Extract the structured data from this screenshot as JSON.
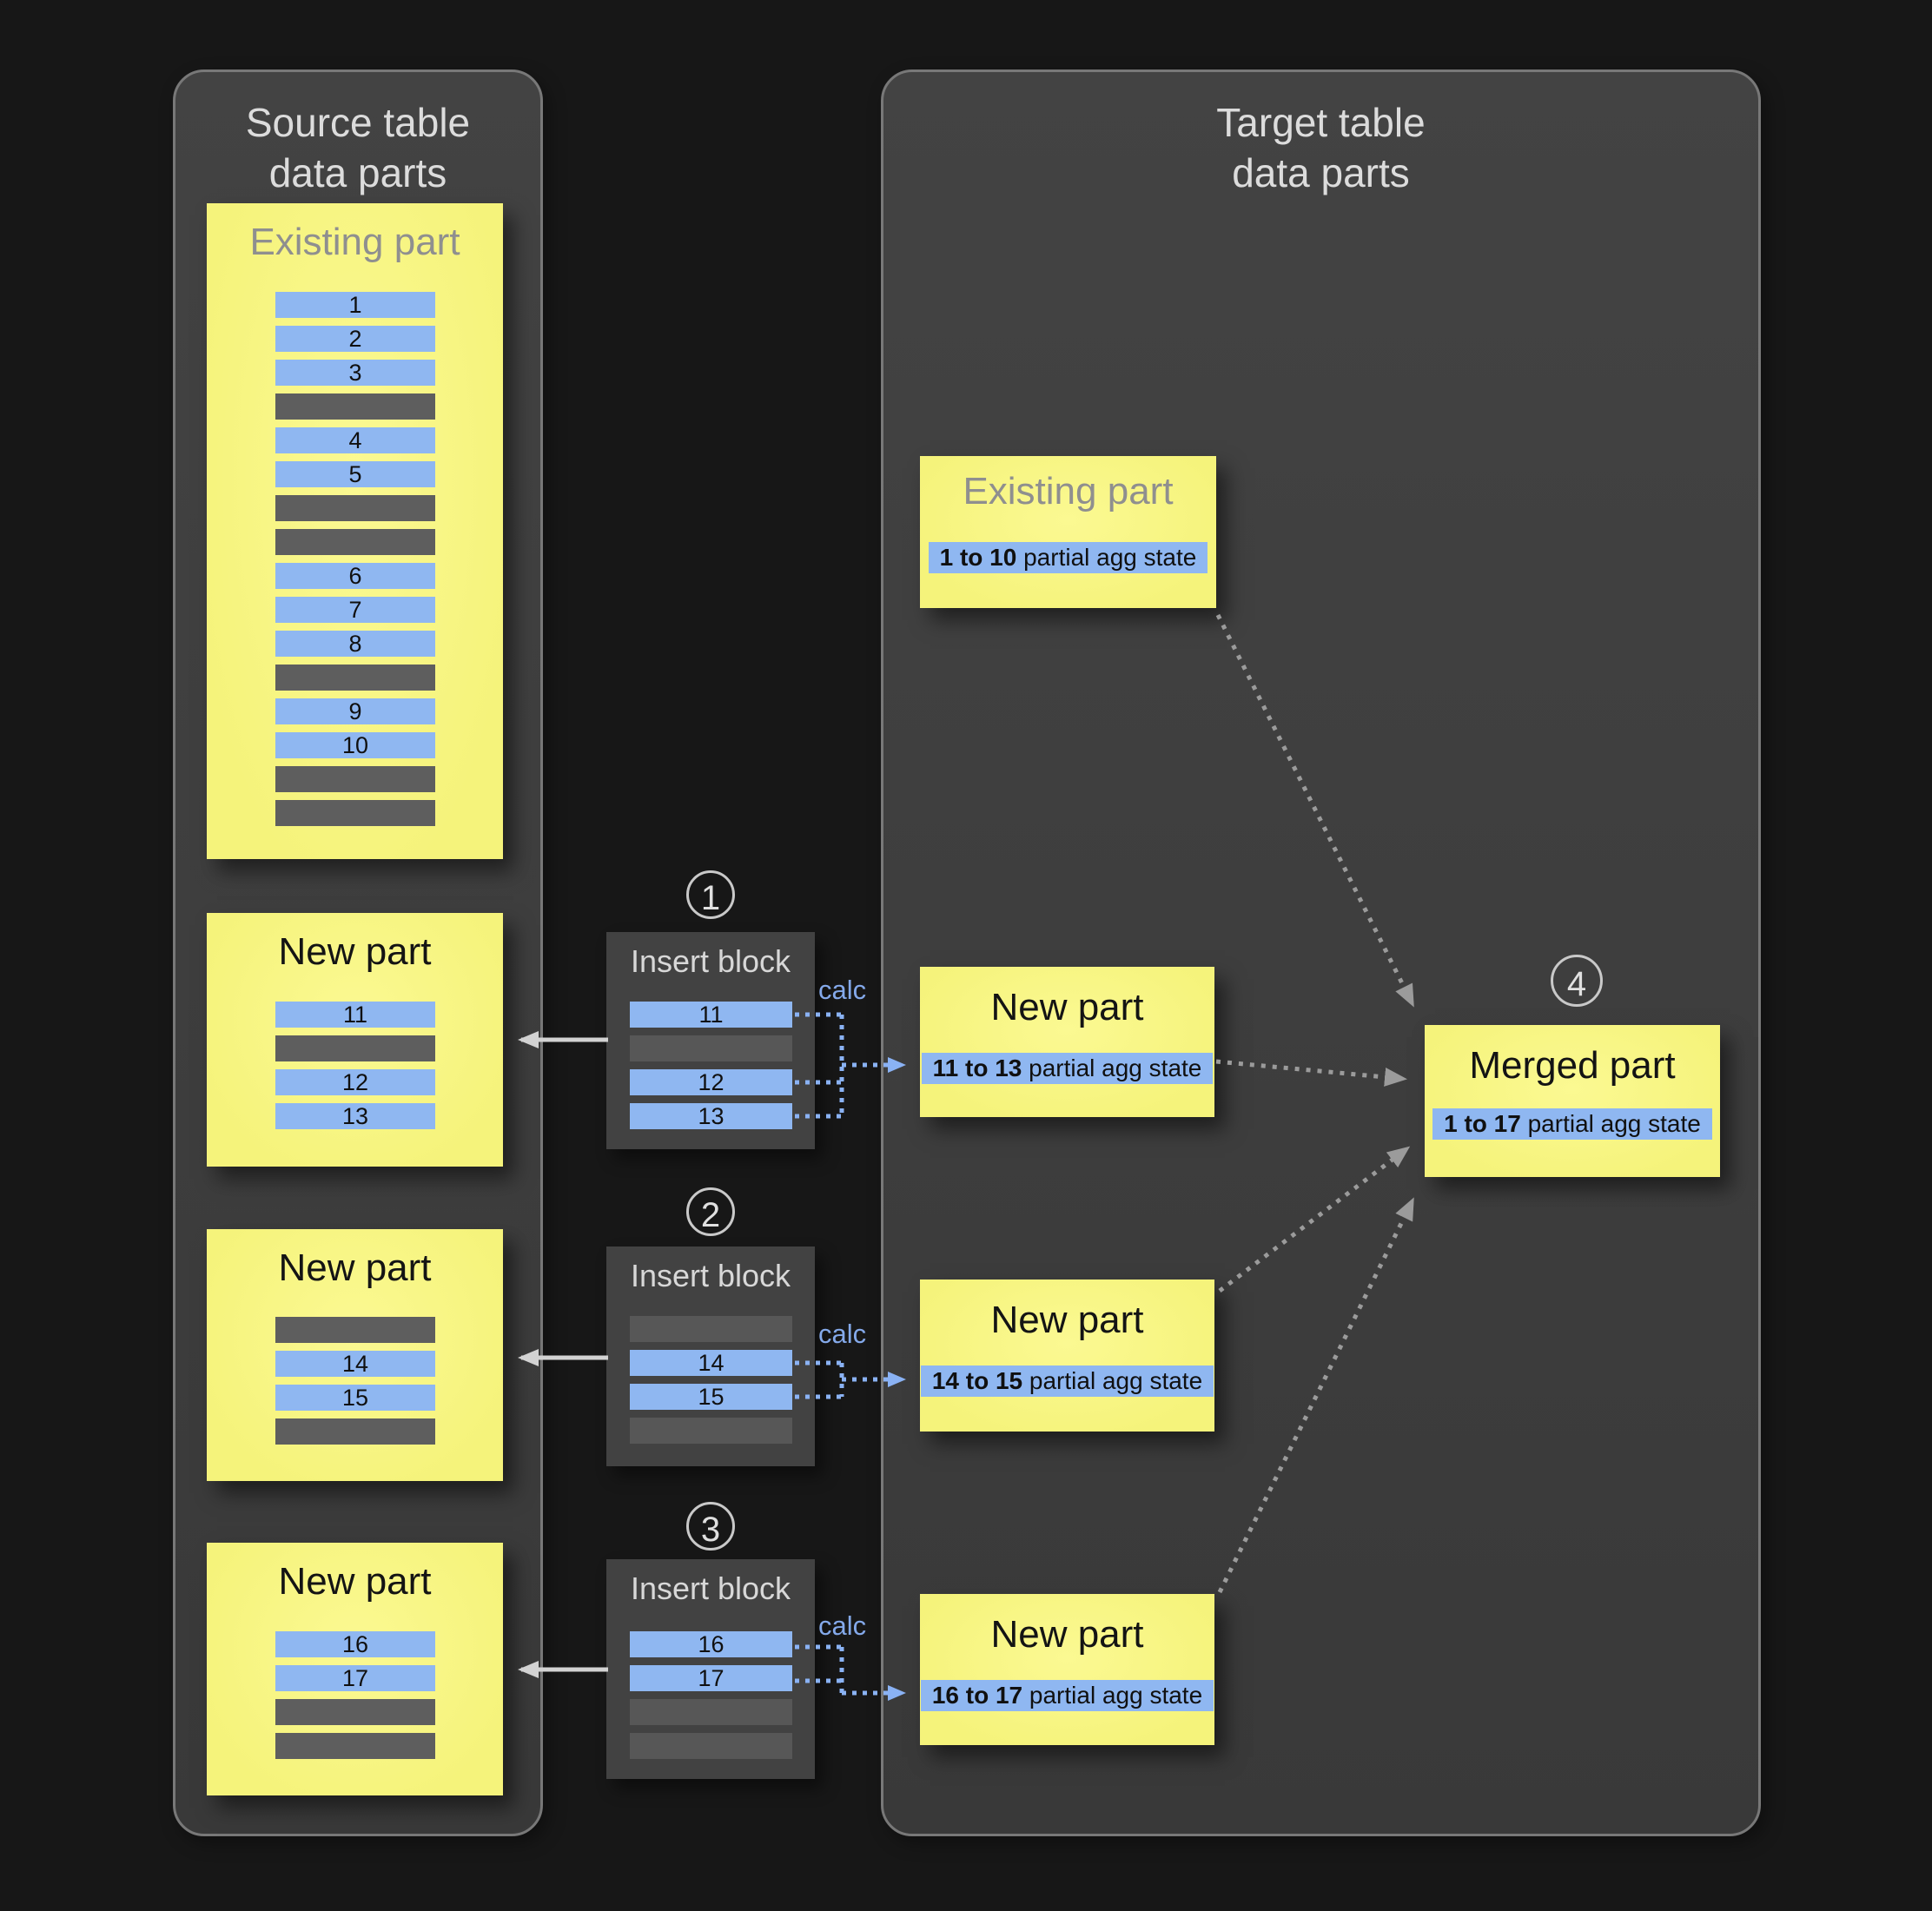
{
  "source_panel": {
    "title_line1": "Source table",
    "title_line2": "data parts",
    "existing_part": {
      "title": "Existing part",
      "rows": [
        "1",
        "2",
        "3",
        null,
        "4",
        "5",
        null,
        null,
        "6",
        "7",
        "8",
        null,
        "9",
        "10",
        null,
        null
      ]
    },
    "new_parts": [
      {
        "title": "New part",
        "rows": [
          "11",
          null,
          "12",
          "13"
        ]
      },
      {
        "title": "New part",
        "rows": [
          null,
          "14",
          "15",
          null
        ]
      },
      {
        "title": "New part",
        "rows": [
          "16",
          "17",
          null,
          null
        ]
      }
    ]
  },
  "insert_blocks": [
    {
      "badge": "1",
      "title": "Insert block",
      "calc_label": "calc",
      "rows": [
        "11",
        null,
        "12",
        "13"
      ]
    },
    {
      "badge": "2",
      "title": "Insert block",
      "calc_label": "calc",
      "rows": [
        null,
        "14",
        "15",
        null
      ]
    },
    {
      "badge": "3",
      "title": "Insert block",
      "calc_label": "calc",
      "rows": [
        "16",
        "17",
        null,
        null
      ]
    }
  ],
  "target_panel": {
    "title_line1": "Target table",
    "title_line2": "data parts",
    "existing_part": {
      "title": "Existing part",
      "range": "1 to 10",
      "state_label": "partial agg state"
    },
    "new_parts": [
      {
        "title": "New part",
        "range": "11 to 13",
        "state_label": "partial agg state"
      },
      {
        "title": "New part",
        "range": "14 to 15",
        "state_label": "partial agg state"
      },
      {
        "title": "New part",
        "range": "16 to 17",
        "state_label": "partial agg state"
      }
    ],
    "merged_part": {
      "badge": "4",
      "title": "Merged part",
      "range": "1 to 17",
      "state_label": "partial agg state"
    }
  },
  "colors": {
    "background": "#171717",
    "panel": "#3c3c3c",
    "panel_border": "#787878",
    "sticky_yellow": "#f5f37b",
    "row_blue": "#8fb7f1",
    "row_gray": "#5e5e5e",
    "calc_blue": "#84a9ea",
    "arrow_gray": "#9b9b9b",
    "arrow_white": "#d2d2d2"
  }
}
